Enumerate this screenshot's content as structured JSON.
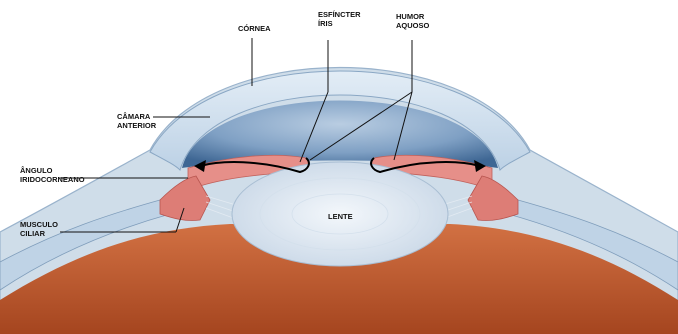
{
  "labels": {
    "cornea": "CÓRNEA",
    "esfincter": [
      "ESFÍNCTER",
      "ÍRIS"
    ],
    "humor": [
      "HUMOR",
      "AQUOSO"
    ],
    "camara": [
      "CÂMARA",
      "ANTERIOR"
    ],
    "angulo": [
      "ÂNGULO",
      "IRIDOCORNEANO"
    ],
    "musculo": [
      "MUSCULO",
      "CILIAR"
    ],
    "lente": "LENTE"
  },
  "colors": {
    "cornea": "#c9dcec",
    "anterior_chamber": "#6f93b8",
    "iris": "#e48b86",
    "lens": "#e4edf5",
    "sclera": "#c8d8e8",
    "choroid": "#c25f34"
  }
}
